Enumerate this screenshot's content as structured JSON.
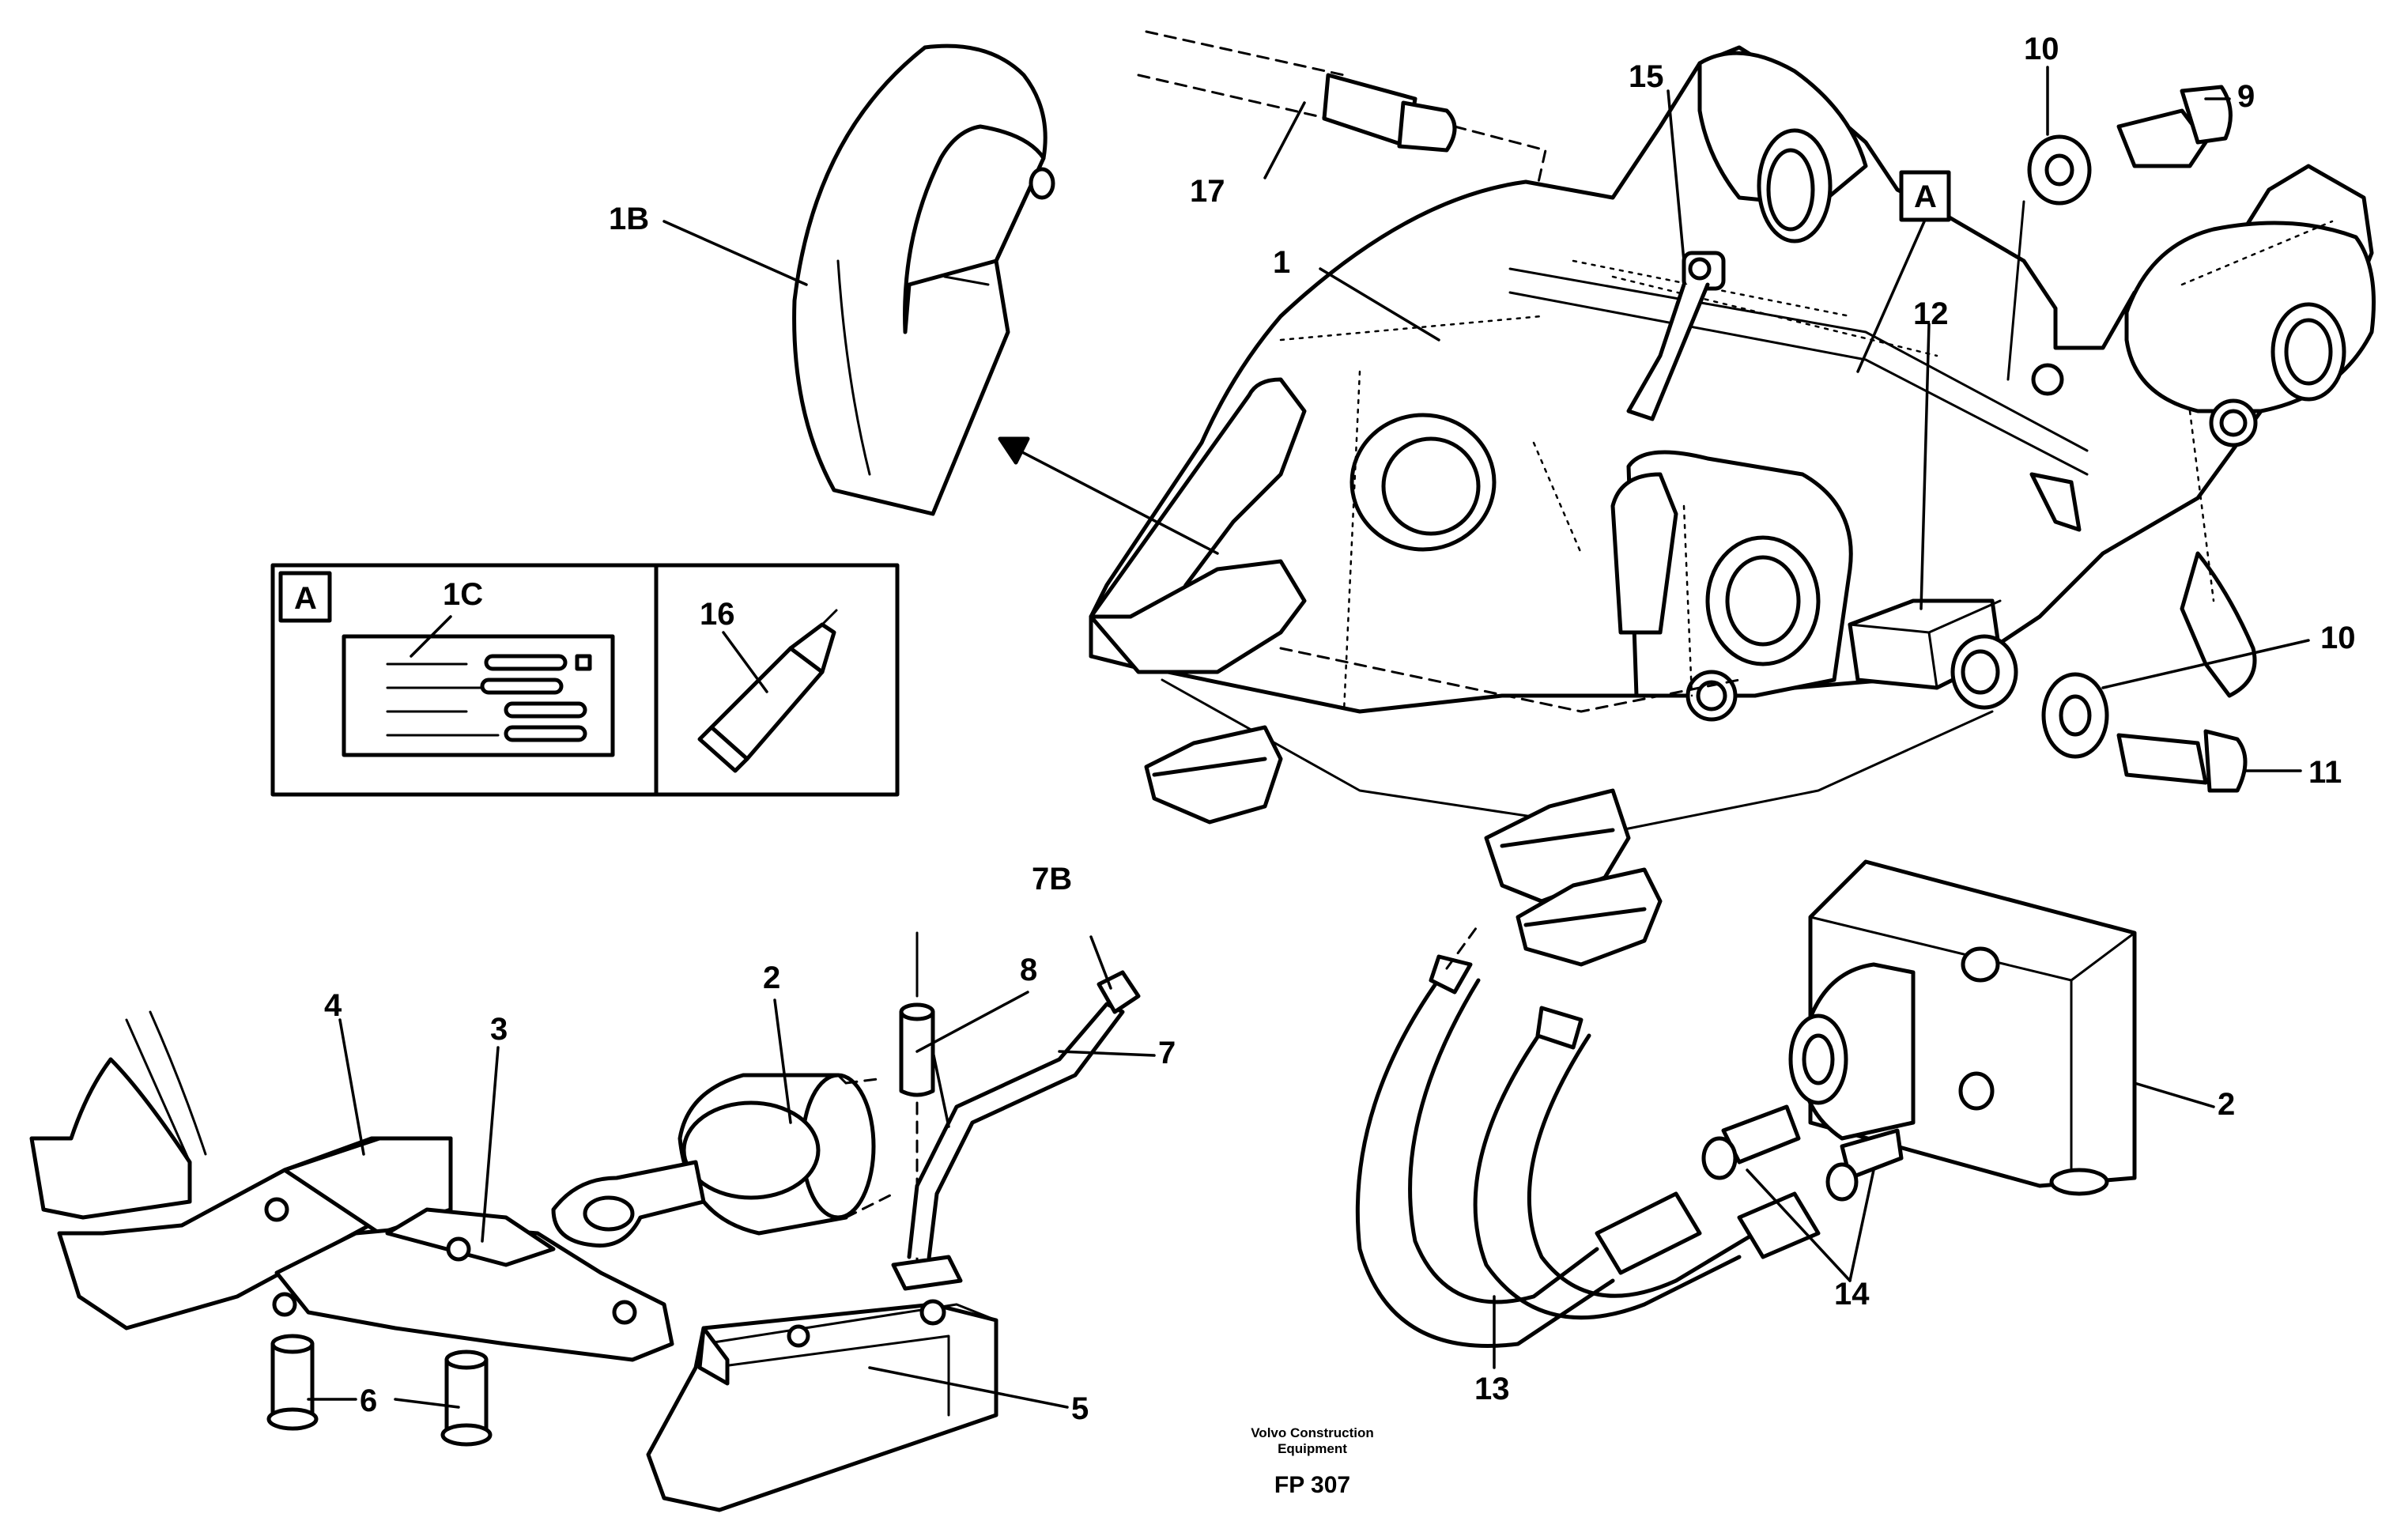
{
  "figure": {
    "credit_line1": "Volvo Construction",
    "credit_line2": "Equipment",
    "figure_number": "FP 307"
  },
  "callouts": {
    "c1": "1",
    "c1B": "1B",
    "c1C": "1C",
    "c2_upper": "2",
    "c2_right": "2",
    "c3": "3",
    "c4": "4",
    "c5": "5",
    "c6": "6",
    "c7": "7",
    "c7B": "7B",
    "c8": "8",
    "c9": "9",
    "c10_top": "10",
    "c10_right": "10",
    "c11": "11",
    "c12": "12",
    "c13": "13",
    "c14": "14",
    "c15": "15",
    "c16": "16",
    "c17": "17"
  },
  "detail_refs": {
    "box_label": "A",
    "frame_label": "A"
  }
}
